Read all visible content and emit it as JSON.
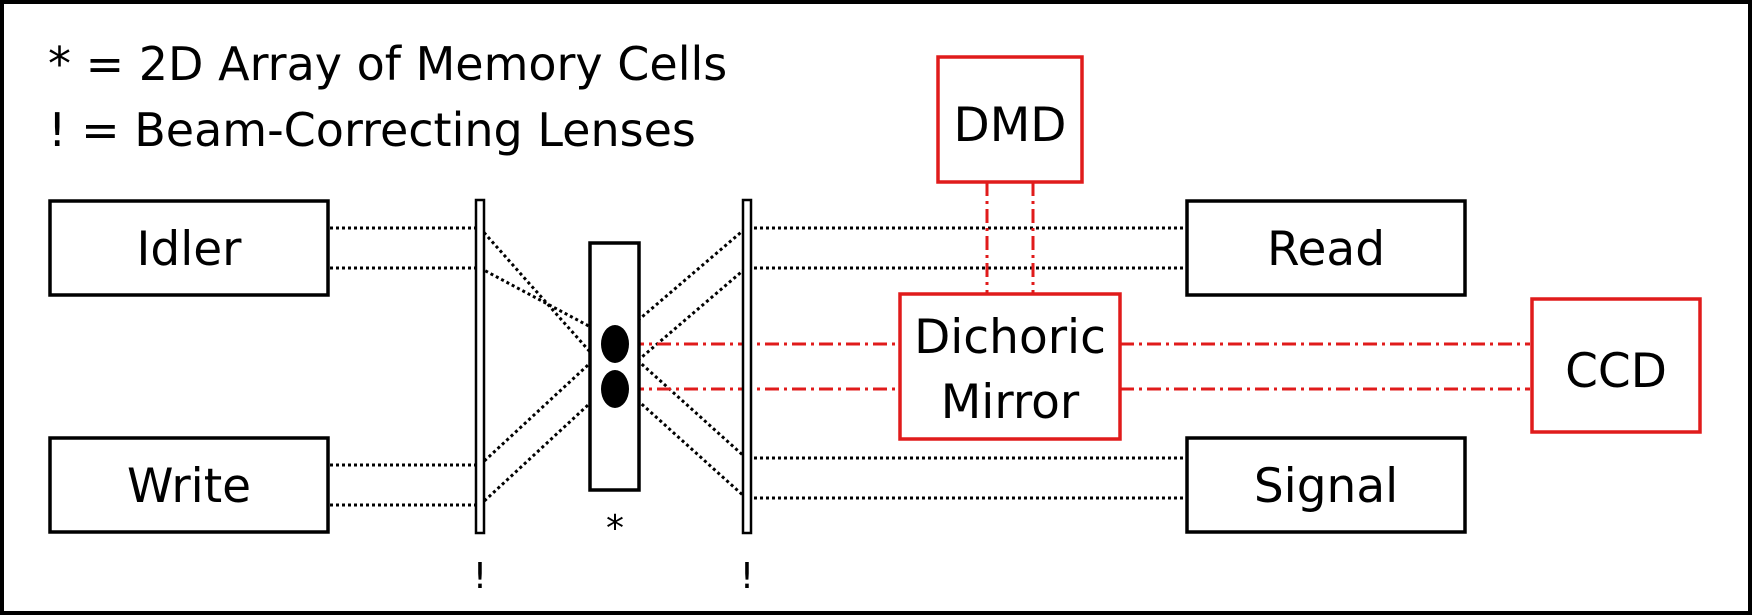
{
  "legend": {
    "line1": "* = 2D Array of Memory Cells",
    "line2": "! = Beam-Correcting Lenses"
  },
  "boxes": {
    "idler": "Idler",
    "write": "Write",
    "read": "Read",
    "signal": "Signal",
    "dmd": "DMD",
    "dichroic_line1": "Dichoric",
    "dichroic_line2": "Mirror",
    "ccd": "CCD"
  },
  "marks": {
    "array": "*",
    "lens_left": "!",
    "lens_right": "!"
  },
  "colors": {
    "outline": "#000000",
    "optics_red": "#e01b1b"
  }
}
